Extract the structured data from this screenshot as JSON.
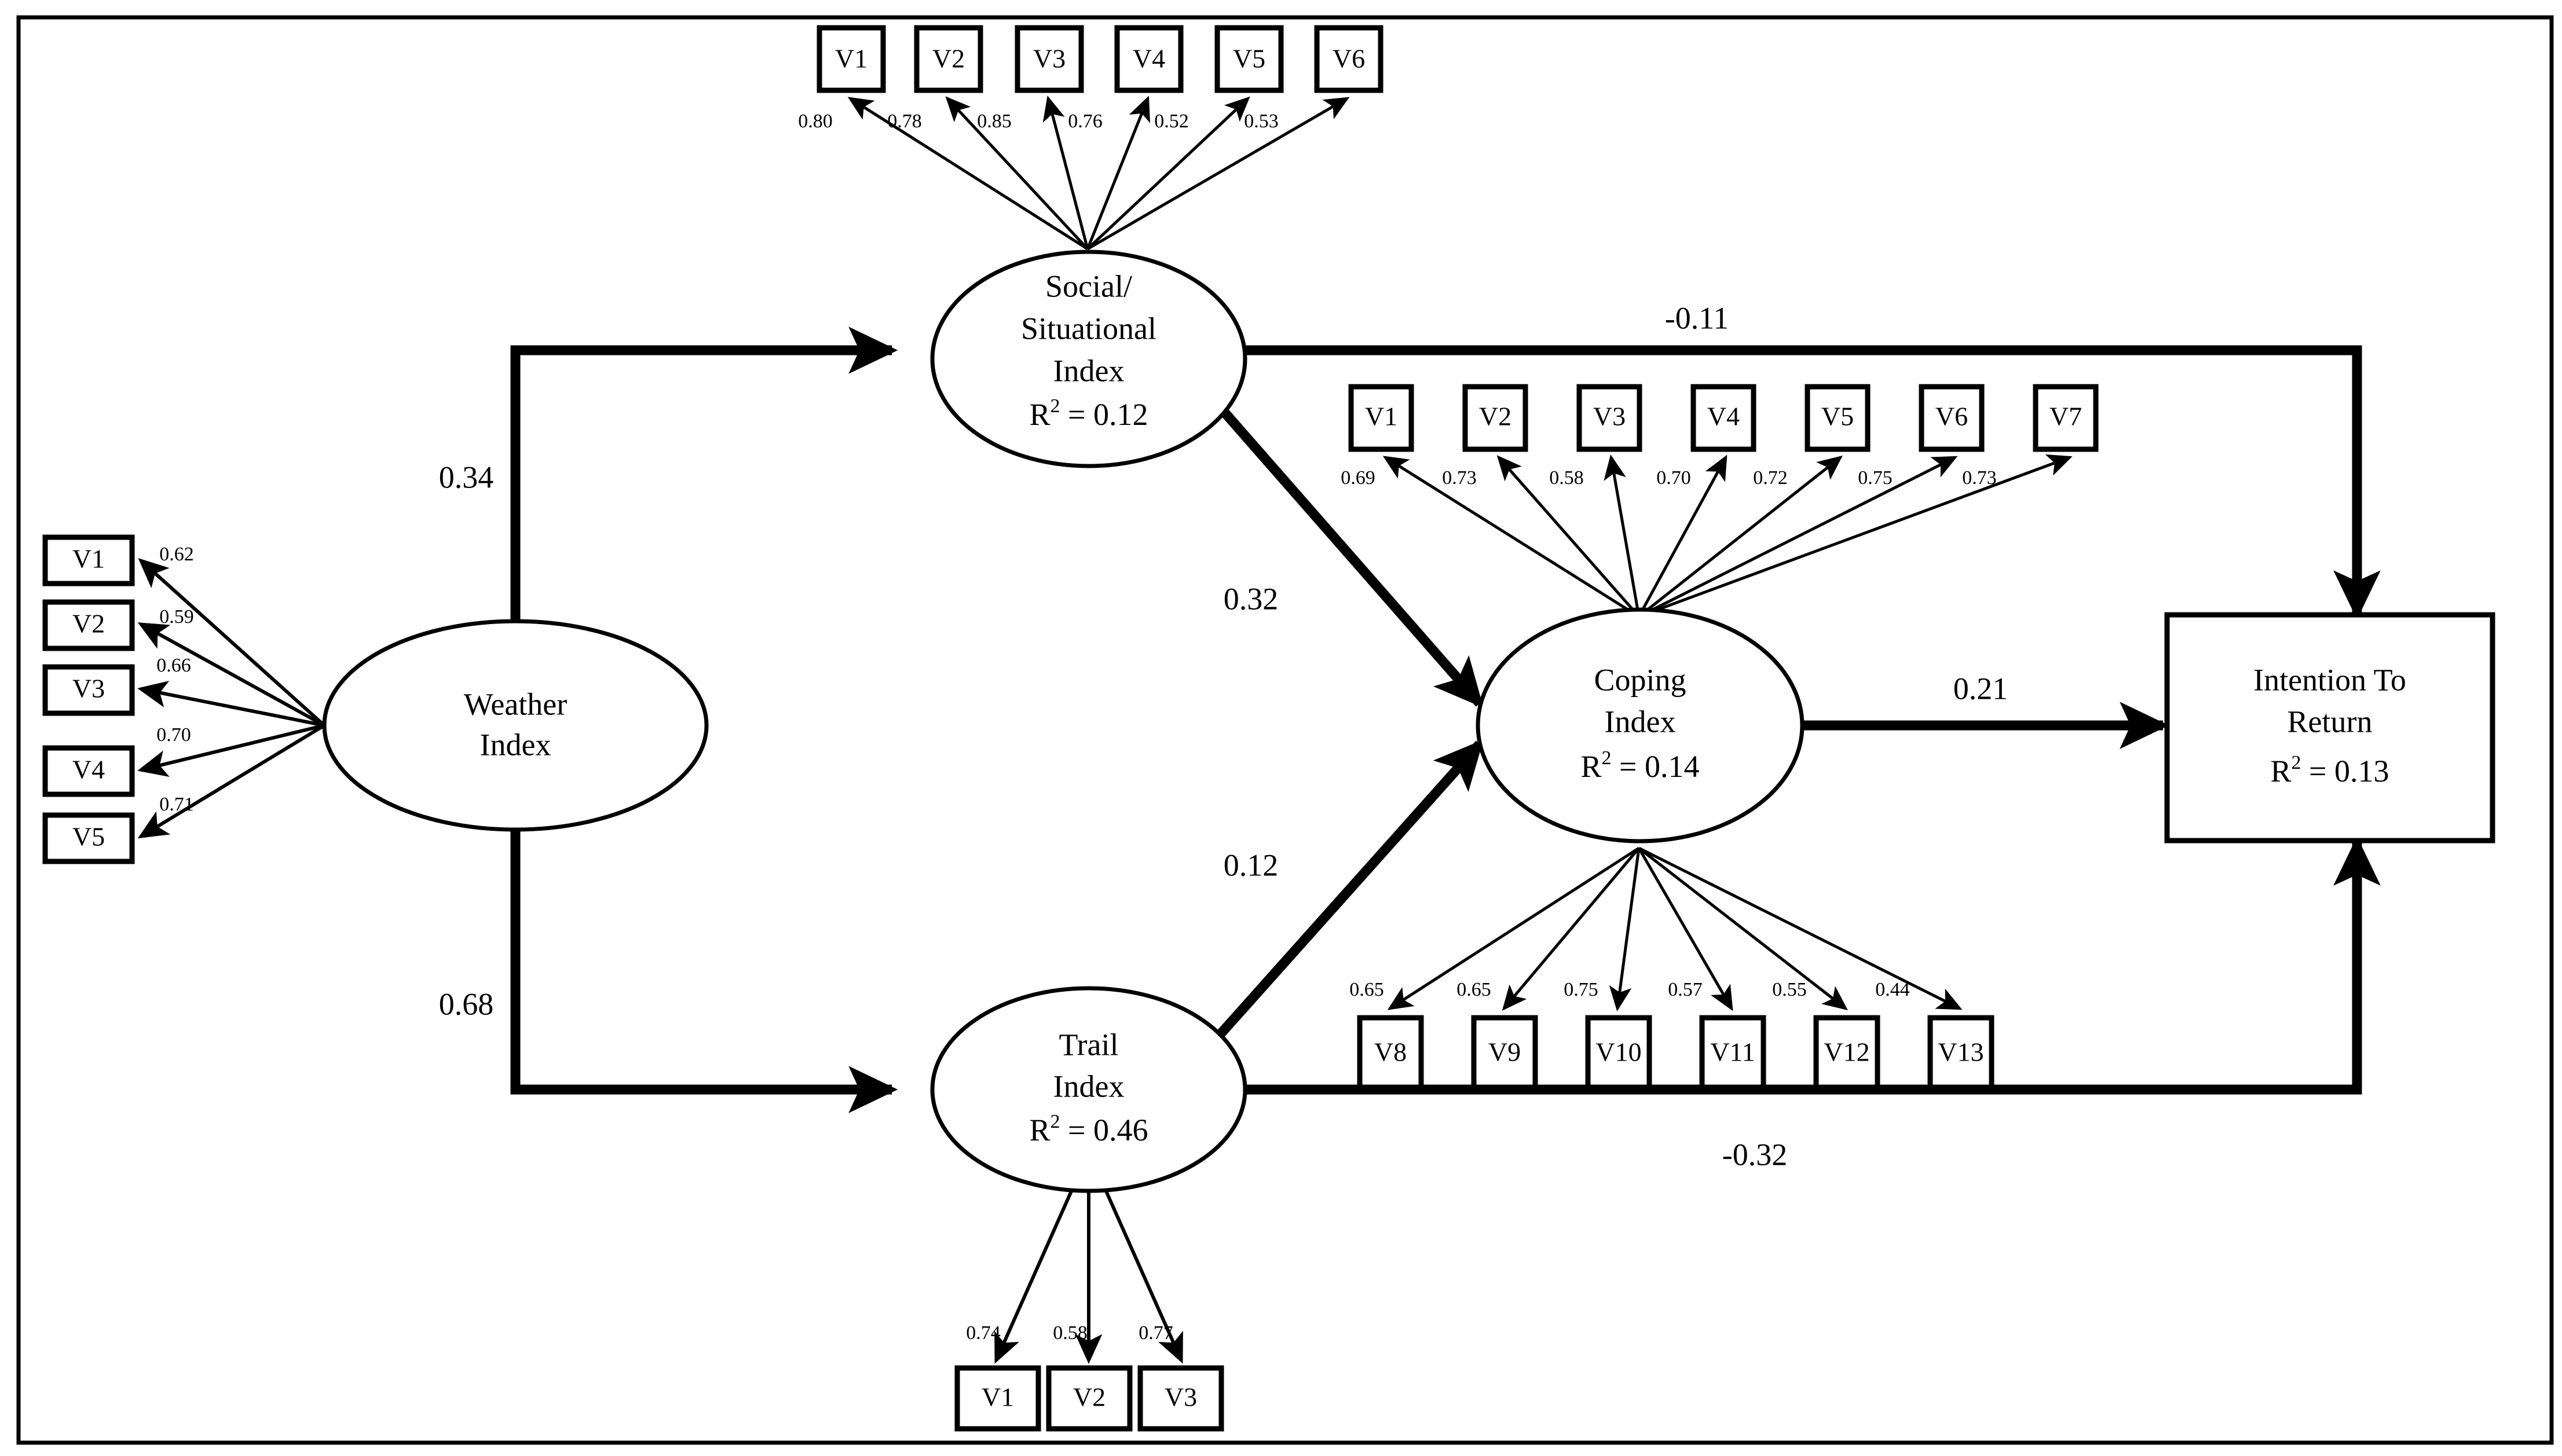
{
  "figure": {
    "type": "sem-path-diagram",
    "border_color": "#000000",
    "line_color": "#000000",
    "fill_color": "#ffffff"
  },
  "latents": [
    {
      "id": "weather",
      "line1": "Weather",
      "line2": "Index",
      "line3": "",
      "r2": ""
    },
    {
      "id": "social",
      "line1": "Social/",
      "line2": "Situational",
      "line3": "Index",
      "r2": "0.12"
    },
    {
      "id": "trail",
      "line1": "Trail",
      "line2": "Index",
      "line3": "",
      "r2": "0.46"
    },
    {
      "id": "coping",
      "line1": "Coping",
      "line2": "Index",
      "line3": "",
      "r2": "0.14"
    }
  ],
  "outcome": {
    "id": "intention",
    "line1": "Intention To",
    "line2": "Return",
    "r2": "0.13"
  },
  "r2_prefix": "R",
  "r2_exponent": "2",
  "r2_equals": "=",
  "indicator_groups": [
    {
      "id": "weather-indicators",
      "parent": "Weather Index",
      "orientation": "left",
      "items": [
        {
          "label": "V1",
          "loading": "0.62"
        },
        {
          "label": "V2",
          "loading": "0.59"
        },
        {
          "label": "V3",
          "loading": "0.66"
        },
        {
          "label": "V4",
          "loading": "0.70"
        },
        {
          "label": "V5",
          "loading": "0.71"
        }
      ]
    },
    {
      "id": "social-indicators",
      "parent": "Social/Situational Index",
      "orientation": "top",
      "items": [
        {
          "label": "V1",
          "loading": "0.80"
        },
        {
          "label": "V2",
          "loading": "0.78"
        },
        {
          "label": "V3",
          "loading": "0.85"
        },
        {
          "label": "V4",
          "loading": "0.76"
        },
        {
          "label": "V5",
          "loading": "0.52"
        },
        {
          "label": "V6",
          "loading": "0.53"
        }
      ]
    },
    {
      "id": "coping-indicators-upper",
      "parent": "Coping Index",
      "orientation": "top",
      "items": [
        {
          "label": "V1",
          "loading": "0.69"
        },
        {
          "label": "V2",
          "loading": "0.73"
        },
        {
          "label": "V3",
          "loading": "0.58"
        },
        {
          "label": "V4",
          "loading": "0.70"
        },
        {
          "label": "V5",
          "loading": "0.72"
        },
        {
          "label": "V6",
          "loading": "0.75"
        },
        {
          "label": "V7",
          "loading": "0.73"
        }
      ]
    },
    {
      "id": "coping-indicators-lower",
      "parent": "Coping Index",
      "orientation": "bottom",
      "items": [
        {
          "label": "V8",
          "loading": "0.65"
        },
        {
          "label": "V9",
          "loading": "0.65"
        },
        {
          "label": "V10",
          "loading": "0.75"
        },
        {
          "label": "V11",
          "loading": "0.57"
        },
        {
          "label": "V12",
          "loading": "0.55"
        },
        {
          "label": "V13",
          "loading": "0.44"
        }
      ]
    },
    {
      "id": "trail-indicators",
      "parent": "Trail Index",
      "orientation": "bottom",
      "items": [
        {
          "label": "V1",
          "loading": "0.74"
        },
        {
          "label": "V2",
          "loading": "0.58"
        },
        {
          "label": "V3",
          "loading": "0.77"
        }
      ]
    }
  ],
  "structural_paths": [
    {
      "id": "weather-to-social",
      "from": "Weather Index",
      "to": "Social/Situational Index",
      "coefficient": "0.34"
    },
    {
      "id": "weather-to-trail",
      "from": "Weather Index",
      "to": "Trail Index",
      "coefficient": "0.68"
    },
    {
      "id": "social-to-coping",
      "from": "Social/Situational Index",
      "to": "Coping Index",
      "coefficient": "0.32"
    },
    {
      "id": "trail-to-coping",
      "from": "Trail Index",
      "to": "Coping Index",
      "coefficient": "0.12"
    },
    {
      "id": "coping-to-intention",
      "from": "Coping Index",
      "to": "Intention To Return",
      "coefficient": "0.21"
    },
    {
      "id": "social-to-intention",
      "from": "Social/Situational Index",
      "to": "Intention To Return",
      "coefficient": "-0.11"
    },
    {
      "id": "trail-to-intention",
      "from": "Trail Index",
      "to": "Intention To Return",
      "coefficient": "-0.32"
    }
  ],
  "chart_data": {
    "type": "diagram",
    "title": "",
    "measurement_model": {
      "Weather Index": {
        "V1": 0.62,
        "V2": 0.59,
        "V3": 0.66,
        "V4": 0.7,
        "V5": 0.71
      },
      "Social/Situational Index": {
        "V1": 0.8,
        "V2": 0.78,
        "V3": 0.85,
        "V4": 0.76,
        "V5": 0.52,
        "V6": 0.53
      },
      "Coping Index": {
        "V1": 0.69,
        "V2": 0.73,
        "V3": 0.58,
        "V4": 0.7,
        "V5": 0.72,
        "V6": 0.75,
        "V7": 0.73,
        "V8": 0.65,
        "V9": 0.65,
        "V10": 0.75,
        "V11": 0.57,
        "V12": 0.55,
        "V13": 0.44
      },
      "Trail Index": {
        "V1": 0.74,
        "V2": 0.58,
        "V3": 0.77
      }
    },
    "structural_model": [
      {
        "from": "Weather Index",
        "to": "Social/Situational Index",
        "beta": 0.34
      },
      {
        "from": "Weather Index",
        "to": "Trail Index",
        "beta": 0.68
      },
      {
        "from": "Social/Situational Index",
        "to": "Coping Index",
        "beta": 0.32
      },
      {
        "from": "Trail Index",
        "to": "Coping Index",
        "beta": 0.12
      },
      {
        "from": "Coping Index",
        "to": "Intention To Return",
        "beta": 0.21
      },
      {
        "from": "Social/Situational Index",
        "to": "Intention To Return",
        "beta": -0.11
      },
      {
        "from": "Trail Index",
        "to": "Intention To Return",
        "beta": -0.32
      }
    ],
    "r_squared": {
      "Social/Situational Index": 0.12,
      "Trail Index": 0.46,
      "Coping Index": 0.14,
      "Intention To Return": 0.13
    }
  }
}
